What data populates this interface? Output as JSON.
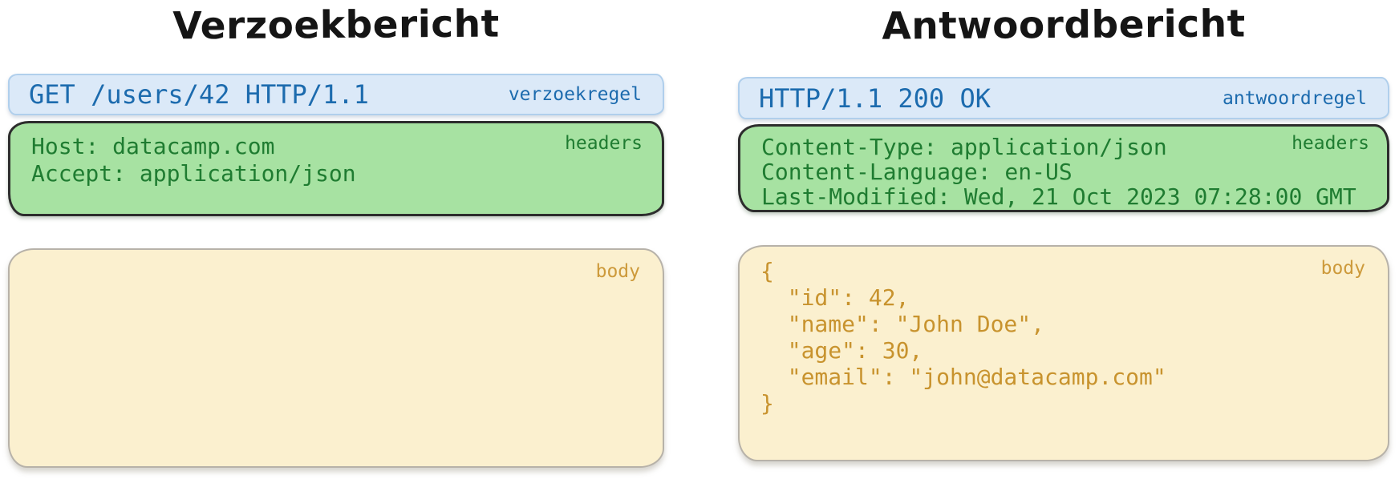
{
  "request": {
    "title": "Verzoekbericht",
    "request_line": {
      "text": "GET /users/42 HTTP/1.1",
      "label": "verzoekregel"
    },
    "headers": {
      "label": "headers",
      "lines": [
        "Host: datacamp.com",
        "Accept: application/json"
      ]
    },
    "body": {
      "label": "body",
      "lines": []
    }
  },
  "response": {
    "title": "Antwoordbericht",
    "status_line": {
      "text": "HTTP/1.1 200 OK",
      "label": "antwoordregel"
    },
    "headers": {
      "label": "headers",
      "lines": [
        "Content-Type: application/json",
        "Content-Language: en-US",
        "Last-Modified: Wed, 21 Oct 2023 07:28:00 GMT"
      ]
    },
    "body": {
      "label": "body",
      "lines": [
        "{",
        "  \"id\": 42,",
        "  \"name\": \"John Doe\",",
        "  \"age\": 30,",
        "  \"email\": \"john@datacamp.com\"",
        "}"
      ]
    }
  },
  "palette": {
    "line_fill": "#dbe9f8",
    "line_border": "#b0cfec",
    "line_text": "#1c6bae",
    "headers_fill": "#a7e2a2",
    "headers_border": "#2d2d2d",
    "headers_text": "#1f7c31",
    "body_fill": "#fbf0cf",
    "body_border": "#b7b2a9",
    "body_text": "#c8932e",
    "title_text": "#151515",
    "background": "#ffffff"
  }
}
